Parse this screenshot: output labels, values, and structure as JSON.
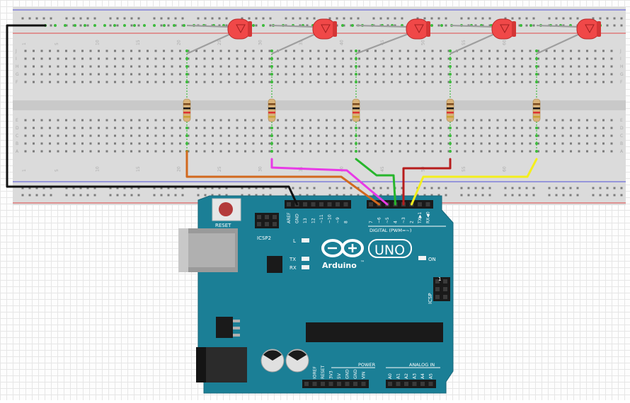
{
  "breadboard": {
    "column_numbers": [
      "1",
      "5",
      "10",
      "15",
      "20",
      "25",
      "30",
      "35",
      "40",
      "45",
      "50",
      "55",
      "60"
    ],
    "row_letters_top": [
      "J",
      "I",
      "H",
      "G",
      "F"
    ],
    "row_letters_bottom": [
      "E",
      "D",
      "C",
      "B",
      "A"
    ]
  },
  "circuit": {
    "leds": [
      {
        "color": "red",
        "pin": "6"
      },
      {
        "color": "red",
        "pin": "5"
      },
      {
        "color": "red",
        "pin": "4"
      },
      {
        "color": "red",
        "pin": "3"
      },
      {
        "color": "red",
        "pin": "2"
      }
    ],
    "wire_colors": {
      "gnd": "#111111",
      "pin6": "#d2691e",
      "pin5": "#e83ae6",
      "pin4": "#27b62c",
      "pin3": "#b71c1c",
      "pin2": "#f4ef1c",
      "led_lead": "#9e9e9e",
      "connection": "#3cba3c"
    }
  },
  "arduino": {
    "board_color": "#1b7f96",
    "reset_label": "RESET",
    "icsp2_label": "ICSP2",
    "icsp_label": "ICSP",
    "icsp_pin1": "1",
    "led_l": "L",
    "led_tx": "TX",
    "led_rx": "RX",
    "on_label": "ON",
    "logo_text": "Arduino",
    "uno_text": "UNO",
    "tm": "™",
    "digital_label": "DIGITAL (PWM=~)",
    "power_label": "POWER",
    "analog_label": "ANALOG IN",
    "digital_pins": [
      "AREF",
      "GND",
      "13",
      "12",
      "~11",
      "~10",
      "~9",
      "8",
      "7",
      "~6",
      "~5",
      "4",
      "~3",
      "2",
      "TX▶1",
      "RX◀0"
    ],
    "power_pins": [
      "IOREF",
      "RESET",
      "3V3",
      "5V",
      "GND",
      "GND",
      "VIN"
    ],
    "analog_pins": [
      "A0",
      "A1",
      "A2",
      "A3",
      "A4",
      "A5"
    ]
  }
}
